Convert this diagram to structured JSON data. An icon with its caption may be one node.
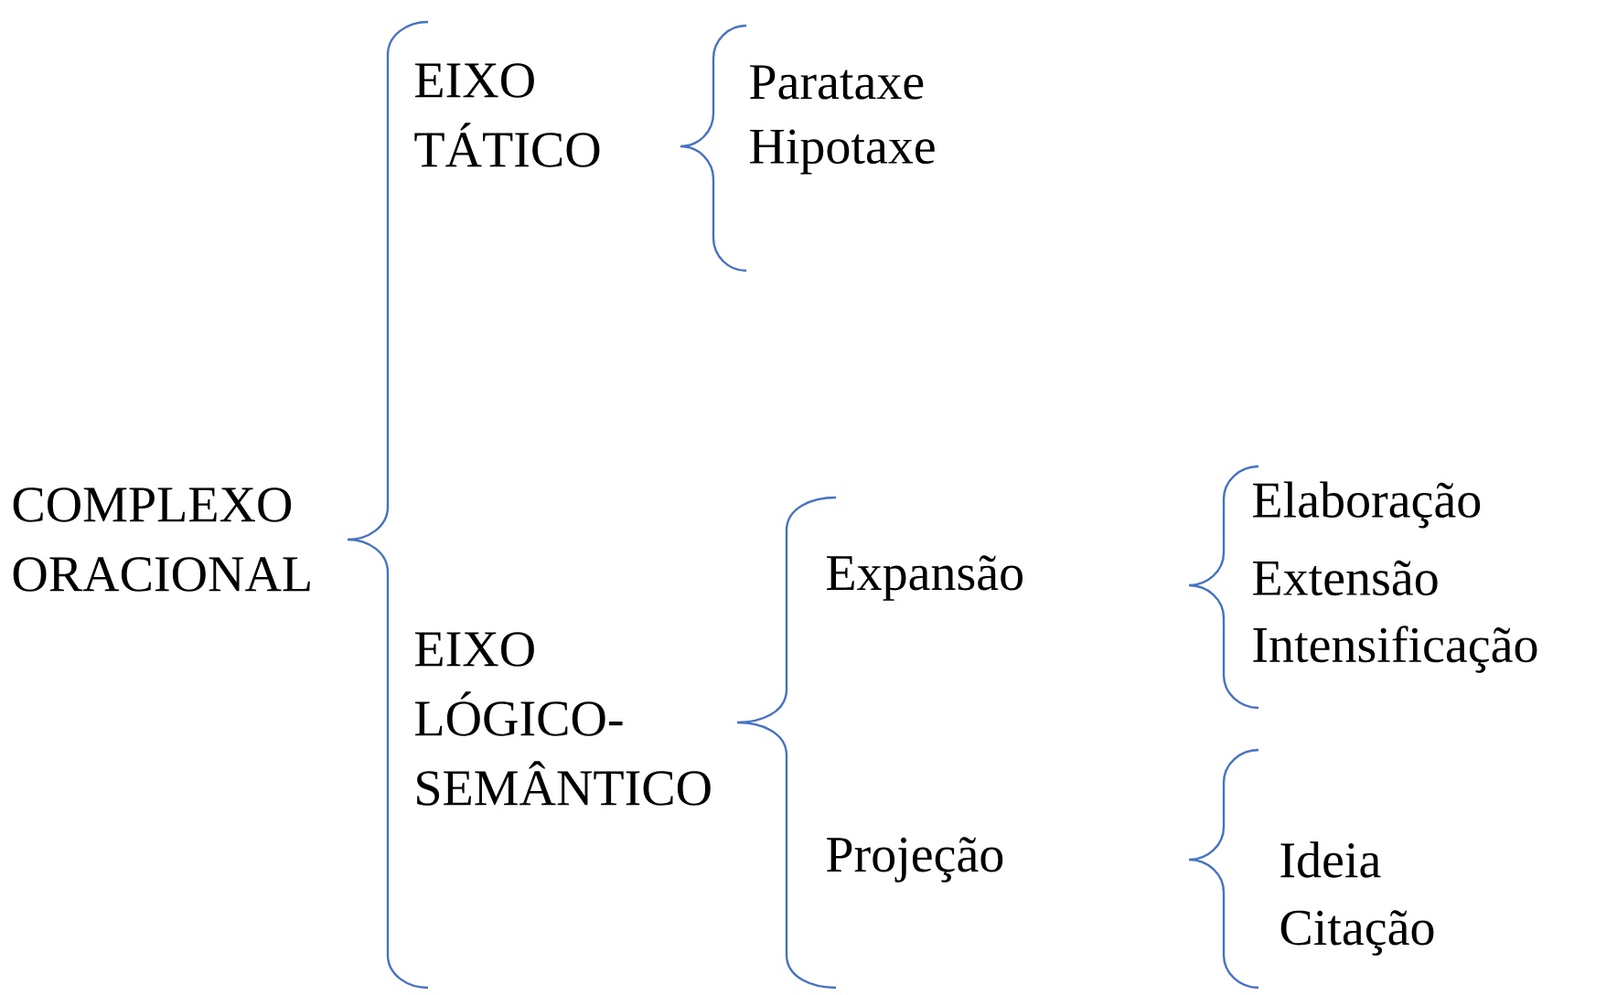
{
  "diagram": {
    "nodes": [
      {
        "text": [
          "COMPLEXO ORACIONAL"
        ]
      },
      {
        "text": [
          "EIXO TÁTICO"
        ]
      },
      {
        "text": [
          "Parataxe"
        ]
      },
      {
        "text": [
          "Hipotaxe"
        ]
      },
      {
        "text": [
          "EIXO LÓGICO- SEMÂNTICO"
        ]
      },
      {
        "text": [
          "Expansão"
        ]
      },
      {
        "text": [
          "Elaboração"
        ]
      },
      {
        "text": [
          "Extensão"
        ]
      },
      {
        "text": [
          "Intensificação"
        ]
      },
      {
        "text": [
          "Projeção"
        ]
      },
      {
        "text": [
          "Ideia"
        ]
      },
      {
        "text": [
          "Citação"
        ]
      }
    ]
  }
}
